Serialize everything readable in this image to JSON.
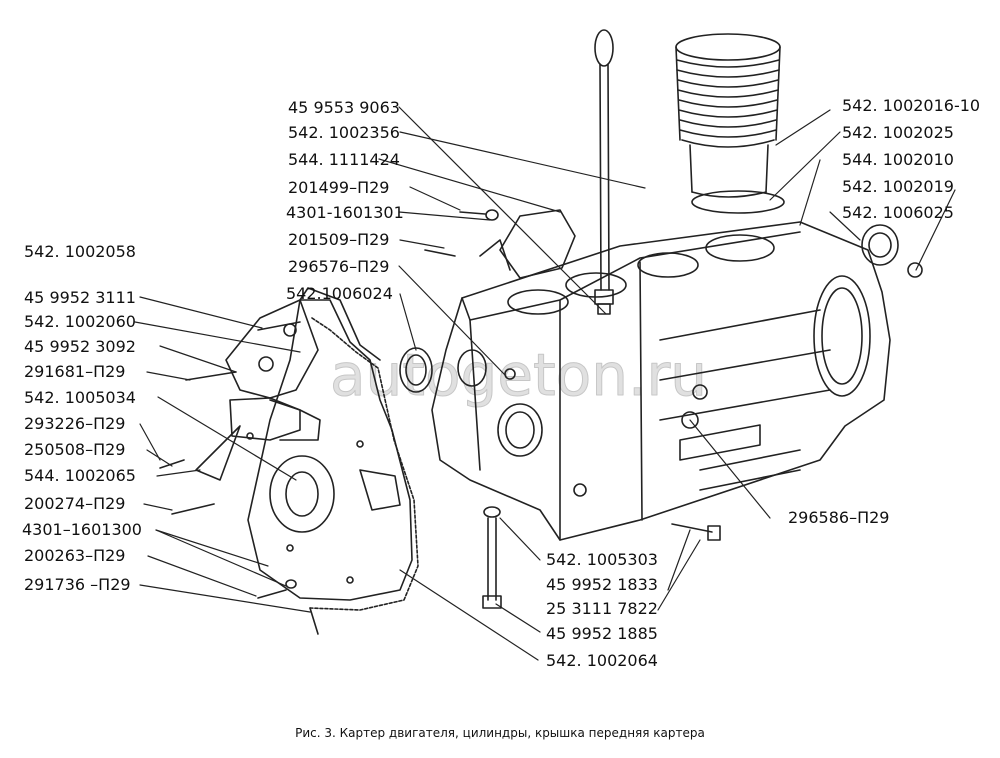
{
  "caption": "Рис. 3. Картер двигателя, цилиндры, крышка передняя картера",
  "colors": {
    "ink": "#222222",
    "background": "#ffffff",
    "watermark": "#c8c8c8"
  },
  "watermark": "autogeton.ru",
  "labels": {
    "l_459553_9063": "45 9553 9063",
    "l_542_1002356": "542. 1002356",
    "l_544_1111424": "544. 1111424",
    "l_201499": "201499–П29",
    "l_4301_1601301": "4301-1601301",
    "l_201509": "201509–П29",
    "l_296576": "296576–П29",
    "l_542_1006024": "542.1006024",
    "l_542_1002016_10": "542. 1002016-10",
    "l_542_1002025": "542. 1002025",
    "l_544_1002010": "544. 1002010",
    "l_542_1002019": "542. 1002019",
    "l_542_1006025": "542. 1006025",
    "l_542_1002058": "542. 1002058",
    "l_459952_3111": "45 9952 3111",
    "l_542_1002060": "542. 1002060",
    "l_459952_3092": "45 9952 3092",
    "l_291681": "291681–П29",
    "l_542_1005034": "542. 1005034",
    "l_293226": "293226–П29",
    "l_250508": "250508–П29",
    "l_544_1002065": "544. 1002065",
    "l_200274": "200274–П29",
    "l_4301_1601300": "4301–1601300",
    "l_200263": "200263–П29",
    "l_291736": "291736 –П29",
    "l_296586": "296586–П29",
    "l_542_1005303": "542. 1005303",
    "l_459952_1833": "45 9952 1833",
    "l_25_3111_7822": "25 3111 7822",
    "l_459952_1885": "45 9952 1885",
    "l_542_1002064": "542. 1002064"
  }
}
